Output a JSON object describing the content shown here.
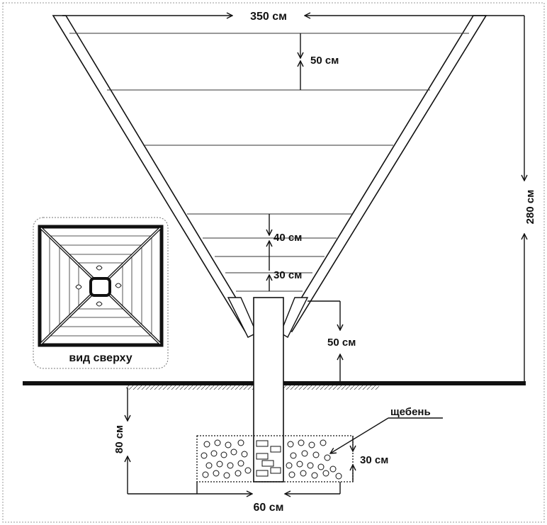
{
  "labels": {
    "top_width": "350 см",
    "height_total": "280 см",
    "board_spacing": "50 см",
    "gap_lower": "40 см",
    "gap_bottom": "30 см",
    "above_ground": "50 см",
    "depth": "80 см",
    "gravel_height": "30 см",
    "gravel_width": "60 см",
    "gravel": "щебень",
    "top_view": "вид сверху"
  },
  "colors": {
    "line": "#111111",
    "ground": "#111111",
    "background": "#ffffff"
  }
}
